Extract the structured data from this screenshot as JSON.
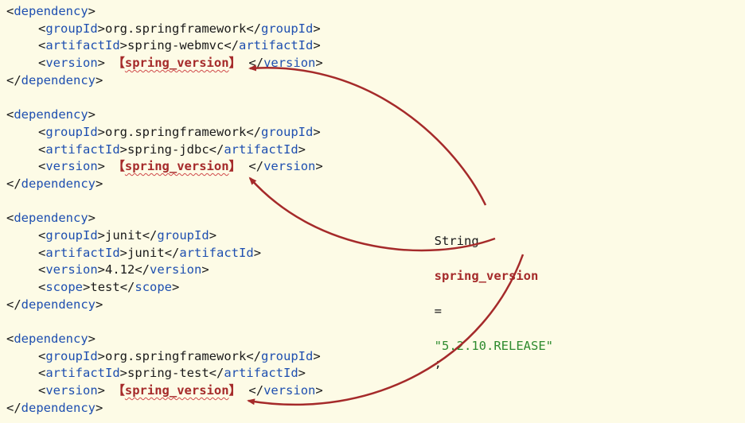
{
  "blocks": [
    {
      "open": "<dependency>",
      "close": "</dependency>",
      "children": [
        {
          "kind": "text",
          "tag": "groupId",
          "value": "org.springframework"
        },
        {
          "kind": "text",
          "tag": "artifactId",
          "value": "spring-webmvc"
        },
        {
          "kind": "placeholder",
          "tag": "version",
          "value": "spring_version"
        }
      ]
    },
    {
      "open": "<dependency>",
      "close": "</dependency>",
      "children": [
        {
          "kind": "text",
          "tag": "groupId",
          "value": "org.springframework"
        },
        {
          "kind": "text",
          "tag": "artifactId",
          "value": "spring-jdbc"
        },
        {
          "kind": "placeholder",
          "tag": "version",
          "value": "spring_version"
        }
      ]
    },
    {
      "open": "<dependency>",
      "close": "</dependency>",
      "children": [
        {
          "kind": "text",
          "tag": "groupId",
          "value": "junit"
        },
        {
          "kind": "text",
          "tag": "artifactId",
          "value": "junit"
        },
        {
          "kind": "text",
          "tag": "version",
          "value": "4.12"
        },
        {
          "kind": "text",
          "tag": "scope",
          "value": "test"
        }
      ]
    },
    {
      "open": "<dependency>",
      "close": "</dependency>",
      "children": [
        {
          "kind": "text",
          "tag": "groupId",
          "value": "org.springframework"
        },
        {
          "kind": "text",
          "tag": "artifactId",
          "value": "spring-test"
        },
        {
          "kind": "placeholder",
          "tag": "version",
          "value": "spring_version"
        }
      ]
    }
  ],
  "placeholder_brackets": {
    "left": "【",
    "right": "】"
  },
  "java_line": {
    "type": "String",
    "variable": "spring_version",
    "operator": "=",
    "value": "\"5.2.10.RELEASE\"",
    "terminator": ";"
  },
  "colors": {
    "background": "#fdfbe6",
    "tag": "#1e4fb0",
    "placeholder": "#a52a2a",
    "string": "#2e8b2e",
    "arrow": "#a52a2a"
  }
}
